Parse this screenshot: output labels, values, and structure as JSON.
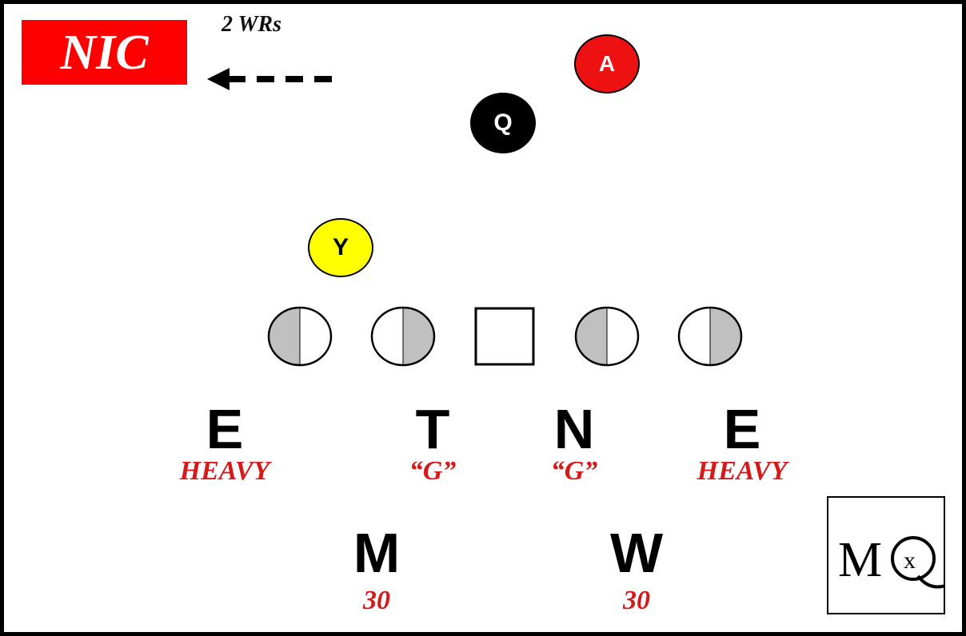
{
  "formation_label": "NIC",
  "receivers_note": "2 WRs",
  "offense": {
    "a": "A",
    "q": "Q",
    "y": "Y"
  },
  "defense": [
    {
      "pos": "E",
      "technique": "HEAVY"
    },
    {
      "pos": "T",
      "technique": "“G”"
    },
    {
      "pos": "N",
      "technique": "“G”"
    },
    {
      "pos": "E",
      "technique": "HEAVY"
    }
  ],
  "linebackers": [
    {
      "pos": "M",
      "technique": "30"
    },
    {
      "pos": "W",
      "technique": "30"
    }
  ],
  "logo": "MQx",
  "colors": {
    "label_bg": "#ff0000",
    "technique_text": "#d41a1a",
    "a_player": "#ee1111",
    "y_player": "#ffff00",
    "lineman_shade": "#c0c0c0"
  },
  "icons": [
    "dashed-left-arrow",
    "lineman-circle-half-shaded",
    "center-square"
  ]
}
